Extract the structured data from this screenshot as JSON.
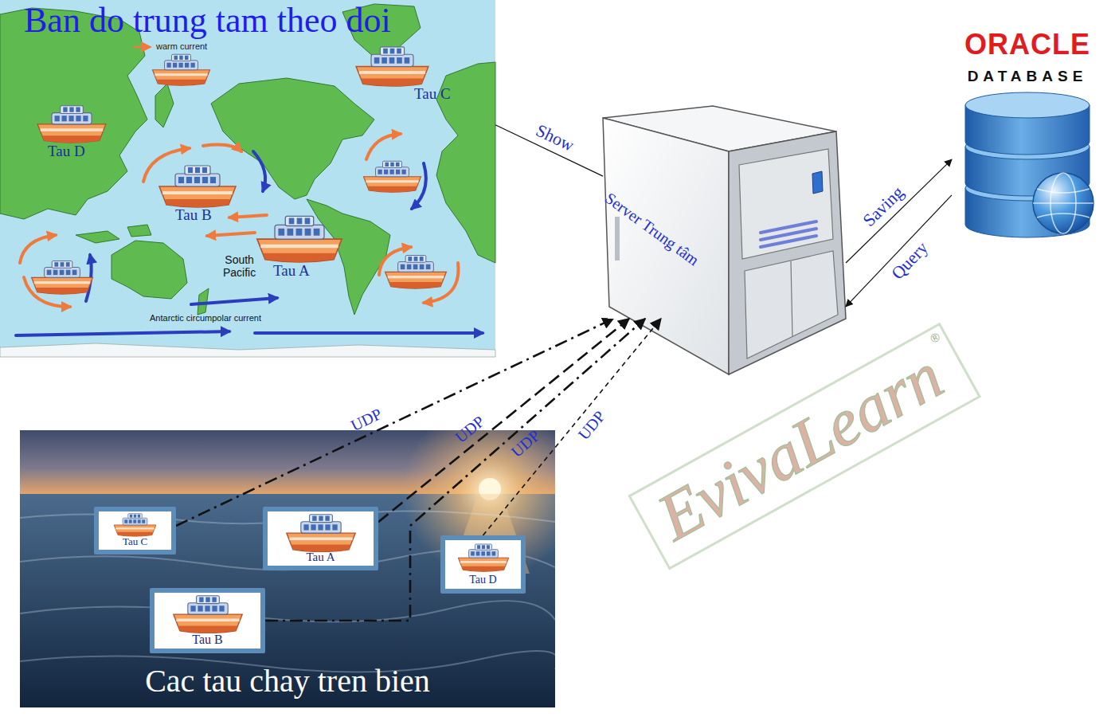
{
  "diagram": {
    "nodes": [
      {
        "text": [
          "Ban do trung tam theo doi"
        ]
      },
      {
        "text": [
          "Server Trung tâm"
        ]
      },
      {
        "text": [
          "ORACLE",
          "DATABASE"
        ]
      },
      {
        "text": [
          "Cac tau chay tren bien"
        ]
      },
      {
        "text": [
          "Tau C"
        ],
        "in": 3
      },
      {
        "text": [
          "Tau A"
        ],
        "in": 3
      },
      {
        "text": [
          "Tau D"
        ],
        "in": 3
      },
      {
        "text": [
          "Tau B"
        ],
        "in": 3
      }
    ],
    "edges": [
      {
        "from": 1,
        "to": 0,
        "label": "Show",
        "arrow": "none"
      },
      {
        "from": 1,
        "to": 2,
        "label": "Saving",
        "arrow": "to"
      },
      {
        "from": 2,
        "to": 1,
        "label": "Query",
        "arrow": "to"
      },
      {
        "from": 4,
        "to": 1,
        "label": "UDP",
        "arrow": "to"
      },
      {
        "from": 5,
        "to": 1,
        "label": "UDP",
        "arrow": "to"
      },
      {
        "from": 7,
        "to": 1,
        "label": "UDP",
        "arrow": "to"
      },
      {
        "from": 6,
        "to": 1,
        "label": "UDP",
        "arrow": "to"
      }
    ],
    "labels": [
      "warm current",
      "Tau C",
      "Tau D",
      "Tau B",
      "South Pacific",
      "Tau A",
      "Antarctic circumpolar current",
      "EvivaLearn",
      "®"
    ]
  }
}
